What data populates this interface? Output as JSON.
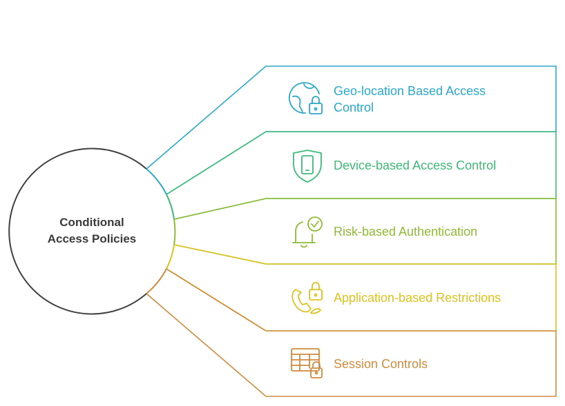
{
  "hub": {
    "line1": "Conditional",
    "line2": "Access Policies",
    "stroke_color": "#3f3f3f"
  },
  "items": [
    {
      "line1": "Geo-location Based Access",
      "line2": "Control",
      "color": "#2aa8c9",
      "icon": "globe-lock-icon"
    },
    {
      "line1": "Device-based Access Control",
      "line2": "",
      "color": "#3dba78",
      "icon": "shield-phone-icon"
    },
    {
      "line1": "Risk-based Authentication",
      "line2": "",
      "color": "#8fbb33",
      "icon": "bell-check-icon"
    },
    {
      "line1": "Application-based Restrictions",
      "line2": "",
      "color": "#dcc21c",
      "icon": "phone-lock-icon"
    },
    {
      "line1": "Session Controls",
      "line2": "",
      "color": "#d08a3c",
      "icon": "table-lock-icon"
    }
  ]
}
